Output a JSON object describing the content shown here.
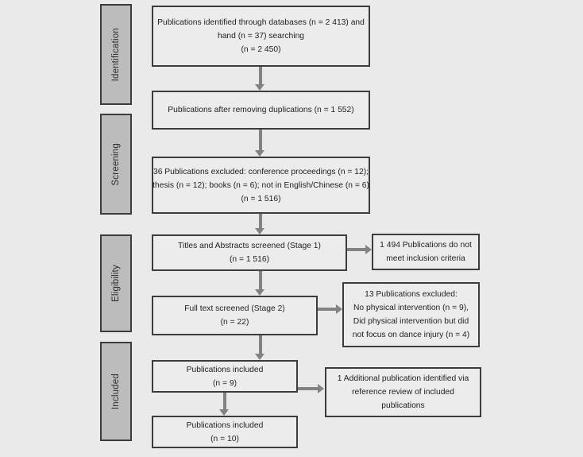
{
  "diagram": {
    "title": "PRISMA study selection flow diagram",
    "background_color": "#eaeaea",
    "box_fill_color": "#ececec",
    "box_border_color": "#3c3c3c",
    "stage_fill_color": "#bcbcbc",
    "connector_color": "#828282"
  },
  "stages": [
    {
      "label": "Identification"
    },
    {
      "label": "Screening"
    },
    {
      "label": "Eligibility"
    },
    {
      "label": "Included"
    }
  ],
  "nodes": {
    "identified": {
      "lines": [
        "Publications identified through databases (n = 2 413) and",
        "hand (n = 37) searching",
        "(n = 2 450)"
      ]
    },
    "after_duplicates": {
      "lines": [
        "Publications after removing duplications (n = 1 552)"
      ]
    },
    "excluded_36": {
      "lines": [
        "36 Publications excluded: conference proceedings (n = 12);",
        "thesis (n = 12); books (n = 6); not in English/Chinese (n = 6)",
        "(n = 1 516)"
      ]
    },
    "titles_abstracts": {
      "lines": [
        "Titles and Abstracts screened (Stage 1)",
        "(n = 1 516)"
      ]
    },
    "not_meeting_criteria": {
      "lines": [
        "1 494 Publications do not",
        "meet inclusion criteria"
      ]
    },
    "full_text": {
      "lines": [
        "Full text screened (Stage 2)",
        "(n = 22)"
      ]
    },
    "excluded_13": {
      "lines": [
        "13 Publications excluded:",
        "No physical intervention (n = 9),",
        "Did physical intervention but did",
        "not focus on dance injury (n = 4)"
      ]
    },
    "included_9": {
      "lines": [
        "Publications included",
        "(n = 9)"
      ]
    },
    "additional": {
      "lines": [
        "1 Additional publication identified via",
        "reference review of included",
        "publications"
      ]
    },
    "included_10": {
      "lines": [
        "Publications included",
        "(n = 10)"
      ]
    }
  },
  "chart_data": {
    "type": "diagram",
    "title": "PRISMA flow diagram of publication selection",
    "stages": [
      "Identification",
      "Screening",
      "Eligibility",
      "Included"
    ],
    "counts": {
      "databases": 2413,
      "hand_searching": 37,
      "identified_total": 2450,
      "after_duplicate_removal": 1552,
      "excluded_screening_total": 36,
      "excluded_conference_proceedings": 12,
      "excluded_thesis": 12,
      "excluded_books": 6,
      "excluded_not_english_chinese": 6,
      "remaining_after_exclusions": 1516,
      "titles_abstracts_screened": 1516,
      "not_meeting_inclusion_criteria": 1494,
      "full_text_screened": 22,
      "full_text_excluded_total": 13,
      "excluded_no_physical_intervention": 9,
      "excluded_not_dance_injury_focus": 4,
      "included_before_reference_review": 9,
      "additional_from_reference_review": 1,
      "included_final": 10
    }
  }
}
